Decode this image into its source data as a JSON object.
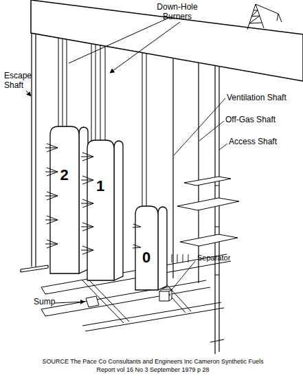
{
  "diagram": {
    "caption": "SOURCE The Pace Co Consultants and Engineers Inc Cameron Synthetic Fuels Report vol 16 No 3 September 1979 p 28",
    "nodes": [
      {
        "text": [
          "2"
        ]
      },
      {
        "text": [
          "1"
        ]
      },
      {
        "text": [
          "0"
        ]
      }
    ],
    "labels": [
      "Down-Hole Burners",
      "Escape Shaft",
      "Ventilation Shaft",
      "Off-Gas Shaft",
      "Access Shaft",
      "Separator",
      "Sump"
    ]
  }
}
